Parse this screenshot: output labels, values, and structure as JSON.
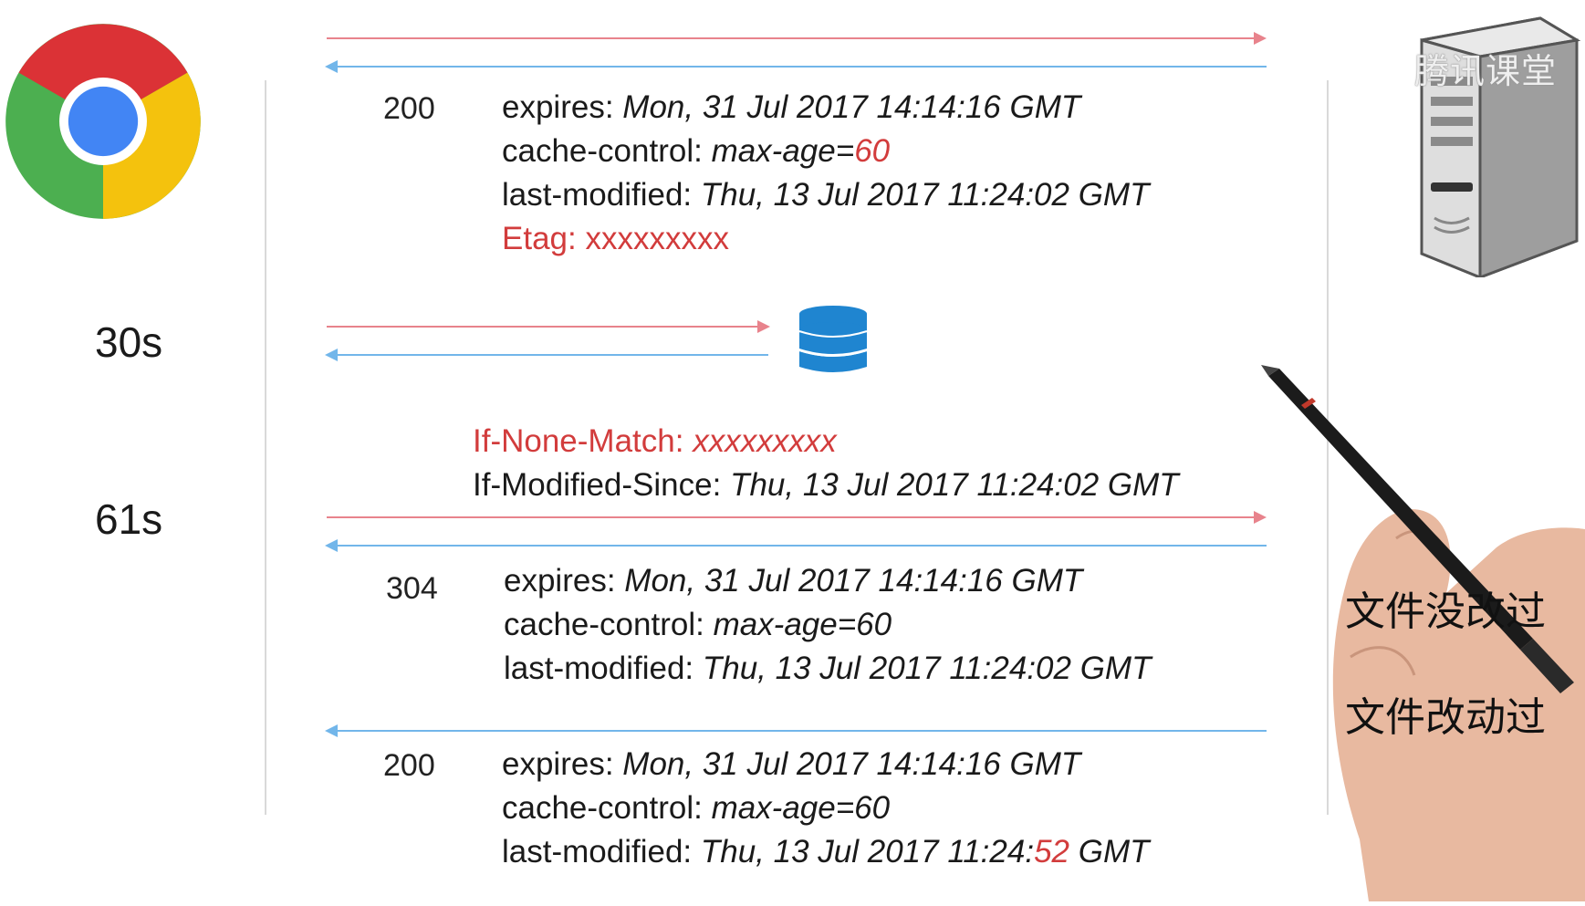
{
  "watermark": {
    "text": "腾讯课堂",
    "icon": "play-logo-icon"
  },
  "icons": {
    "browser": "chrome-icon",
    "server": "server-icon",
    "cache": "database-icon",
    "hand": "hand-with-pen-icon"
  },
  "timeline": {
    "label_30s": "30s",
    "label_61s": "61s"
  },
  "response1": {
    "status": "200",
    "expires_key": "expires:",
    "expires_val": "Mon, 31 Jul 2017 14:14:16 GMT",
    "cc_key": "cache-control:",
    "cc_val_prefix": "max-age=",
    "cc_val_highlight": "60",
    "lm_key": "last-modified:",
    "lm_val": "Thu, 13 Jul 2017 11:24:02 GMT",
    "etag_key": "Etag:",
    "etag_val": "xxxxxxxxx"
  },
  "request3": {
    "inm_key": "If-None-Match:",
    "inm_val": "xxxxxxxxx",
    "ims_key": "If-Modified-Since:",
    "ims_val": "Thu, 13 Jul 2017 11:24:02 GMT"
  },
  "response304": {
    "status": "304",
    "expires_key": "expires:",
    "expires_val": "Mon, 31 Jul 2017 14:14:16 GMT",
    "cc_key": "cache-control:",
    "cc_val": "max-age=60",
    "lm_key": "last-modified:",
    "lm_val": "Thu, 13 Jul 2017 11:24:02 GMT"
  },
  "response200b": {
    "status": "200",
    "expires_key": "expires:",
    "expires_val": "Mon, 31 Jul 2017 14:14:16 GMT",
    "cc_key": "cache-control:",
    "cc_val": "max-age=60",
    "lm_key": "last-modified:",
    "lm_val_prefix": "Thu, 13 Jul 2017 11:24:",
    "lm_val_highlight": "52",
    "lm_val_suffix": " GMT"
  },
  "notes": {
    "not_modified": "文件没改过",
    "modified": "文件改动过"
  },
  "colors": {
    "request_arrow": "#e8838c",
    "response_arrow": "#72b6ea",
    "highlight": "#d23c3c"
  }
}
